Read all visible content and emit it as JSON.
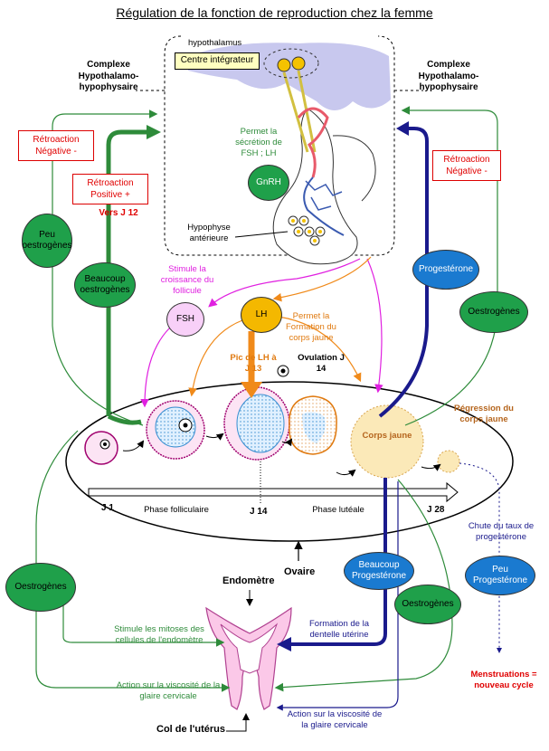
{
  "title": "Régulation de la fonction de reproduction chez la femme",
  "labels": {
    "hypothalamus": "hypothalamus",
    "centre_integrateur": "Centre intégrateur",
    "complexe_left": "Complexe Hypothalamo-hypophysaire",
    "complexe_right": "Complexe Hypothalamo-hypophysaire",
    "permet_secretion": "Permet la sécrétion de FSH ; LH",
    "gnrh": "GnRH",
    "hypophyse": "Hypophyse antérieure",
    "retro_neg_left": "Rétroaction Négative -",
    "retro_pos": "Rétroaction Positive +",
    "vers_j12": "Vers J 12",
    "retro_neg_right": "Rétroaction Négative -",
    "peu_oestrogenes": "Peu oestrogènes",
    "beaucoup_oestrogenes": "Beaucoup oestrogènes",
    "progesterone": "Progestérone",
    "oestrogenes_right": "Oestrogènes",
    "stimule_croissance": "Stimule la croissance du follicule",
    "fsh": "FSH",
    "lh": "LH",
    "permet_formation": "Permet la Formation du corps jaune",
    "pic_lh": "Pic de LH à J 13",
    "ovulation": "Ovulation J 14",
    "regression": "Régression du corps jaune",
    "corps_jaune": "Corps jaune",
    "j1": "J 1",
    "phase_folliculaire": "Phase folliculaire",
    "j14": "J 14",
    "phase_luteale": "Phase lutéale",
    "j28": "J 28",
    "chute": "Chute du taux de progestérone",
    "beaucoup_progesterone": "Beaucoup Progestérone",
    "peu_progesterone": "Peu Progestérone",
    "ovaire": "Ovaire",
    "endometre": "Endomètre",
    "oestrogenes_left": "Oestrogènes",
    "oestrogenes_mid": "Oestrogènes",
    "stimule_mitoses": "Stimule les mitoses des cellules de l'endomètre",
    "formation_dentelle": "Formation de la dentelle utérine",
    "action_viscosite_left": "Action sur la viscosité de la glaire cervicale",
    "action_viscosite_right": "Action sur la viscosité de la glaire cervicale",
    "menstruations": "Menstruations = nouveau cycle",
    "col_uterus": "Col de l'utérus"
  },
  "colors": {
    "green": "#2e8b3a",
    "oval_green": "#1fa04a",
    "navy": "#1a1a8c",
    "magenta": "#e020e0",
    "orange": "#f08a1a",
    "red": "#e00000",
    "brain": "#c8c8ee"
  }
}
